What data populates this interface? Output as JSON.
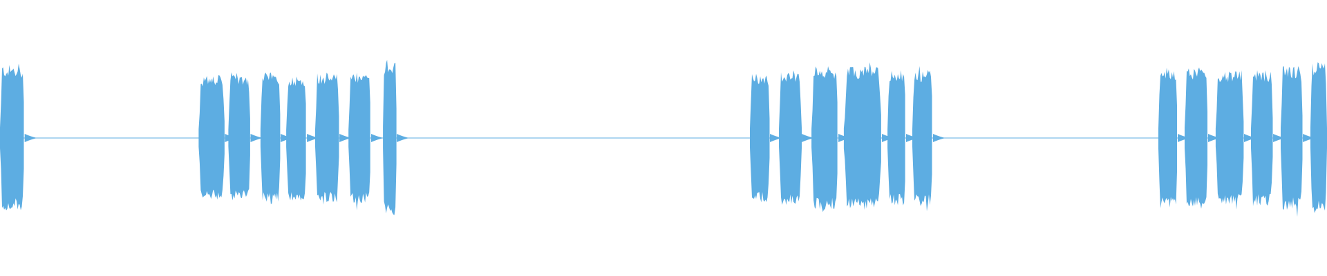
{
  "waveform": {
    "color": "#5dade2",
    "background": "#ffffff",
    "silence_level": 0.006,
    "segments": [
      {
        "start": 0.0,
        "end": 0.0186,
        "amplitude": 0.56
      },
      {
        "start": 0.1497,
        "end": 0.1695,
        "amplitude": 0.48
      },
      {
        "start": 0.1721,
        "end": 0.1888,
        "amplitude": 0.48
      },
      {
        "start": 0.1963,
        "end": 0.2115,
        "amplitude": 0.5
      },
      {
        "start": 0.2157,
        "end": 0.2313,
        "amplitude": 0.48
      },
      {
        "start": 0.2375,
        "end": 0.2558,
        "amplitude": 0.5
      },
      {
        "start": 0.2626,
        "end": 0.2797,
        "amplitude": 0.5
      },
      {
        "start": 0.2886,
        "end": 0.299,
        "amplitude": 0.6
      },
      {
        "start": 0.5651,
        "end": 0.5802,
        "amplitude": 0.5
      },
      {
        "start": 0.587,
        "end": 0.6042,
        "amplitude": 0.52
      },
      {
        "start": 0.6115,
        "end": 0.6318,
        "amplitude": 0.55
      },
      {
        "start": 0.6359,
        "end": 0.6646,
        "amplitude": 0.55
      },
      {
        "start": 0.6688,
        "end": 0.6828,
        "amplitude": 0.52
      },
      {
        "start": 0.6875,
        "end": 0.7031,
        "amplitude": 0.52
      },
      {
        "start": 0.8729,
        "end": 0.8875,
        "amplitude": 0.54
      },
      {
        "start": 0.8927,
        "end": 0.9104,
        "amplitude": 0.54
      },
      {
        "start": 0.9161,
        "end": 0.9375,
        "amplitude": 0.52
      },
      {
        "start": 0.9427,
        "end": 0.9594,
        "amplitude": 0.52
      },
      {
        "start": 0.9651,
        "end": 0.9818,
        "amplitude": 0.55
      },
      {
        "start": 0.9875,
        "end": 1.0,
        "amplitude": 0.58
      }
    ]
  }
}
